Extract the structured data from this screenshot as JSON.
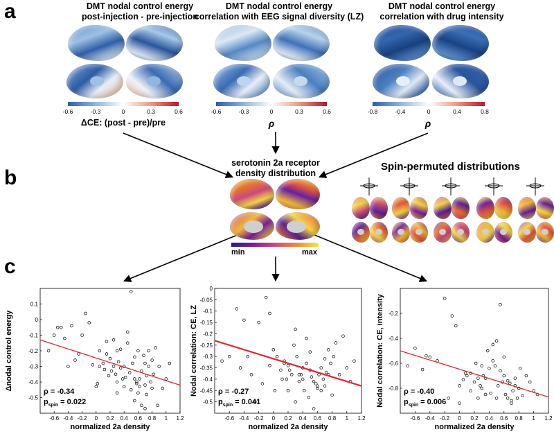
{
  "panel_labels": {
    "a": "a",
    "b": "b",
    "c": "c"
  },
  "panel_a": [
    {
      "title_line1": "DMT nodal control energy",
      "title_line2": "post-injection - pre-injection",
      "colorbar_ticks": [
        "-0.6",
        "-0.3",
        "0",
        "0.3",
        "0.6"
      ],
      "colorbar_label": "ΔCE: (post - pre)/pre"
    },
    {
      "title_line1": "DMT nodal control energy",
      "title_line2": "correlation with EEG signal diversity (LZ)",
      "colorbar_ticks": [
        "-0.6",
        "-0.3",
        "0",
        "0.3",
        "0.6"
      ],
      "colorbar_label": "ρ"
    },
    {
      "title_line1": "DMT nodal control energy",
      "title_line2": "correlation with drug intensity",
      "colorbar_ticks": [
        "-0.8",
        "-0.4",
        "0",
        "0.4",
        "0.8"
      ],
      "colorbar_label": "ρ"
    }
  ],
  "panel_b": {
    "receptor_title_line1": "serotonin 2a receptor",
    "receptor_title_line2": "density distribution",
    "colorbar_min": "min",
    "colorbar_max": "max",
    "spin_title": "Spin-permuted distributions"
  },
  "colors": {
    "diverging_low": "#2f5fa8",
    "diverging_mid": "#ffffff",
    "diverging_high": "#b5182b",
    "plasma_low": "#2b1a8a",
    "plasma_mid": "#d04a7a",
    "plasma_high": "#f5e642",
    "fit_line": "#e8262b"
  },
  "chart_data": [
    {
      "type": "scatter",
      "xlabel": "normalized 2a density",
      "ylabel": "Δnodal control energy",
      "xlim": [
        -0.8,
        1.2
      ],
      "ylim": [
        -0.6,
        0.2
      ],
      "xticks": [
        "-0.6",
        "-0.4",
        "-0.2",
        "0",
        "0.2",
        "0.4",
        "0.6",
        "0.8",
        "1",
        "1.2"
      ],
      "yticks": [
        "-0.5",
        "-0.4",
        "-0.3",
        "-0.2",
        "-0.1",
        "0",
        "0.1"
      ],
      "stat_rho": "ρ = -0.34",
      "stat_p_prefix": "p",
      "stat_p_sub": "spin",
      "stat_p_value": " = 0.022",
      "fit": {
        "x": [
          -0.8,
          1.2
        ],
        "y": [
          -0.13,
          -0.42
        ]
      },
      "x": [
        -0.68,
        -0.6,
        -0.55,
        -0.5,
        -0.45,
        -0.4,
        -0.35,
        -0.3,
        -0.2,
        -0.15,
        -0.1,
        -0.05,
        0.0,
        0.02,
        0.05,
        0.1,
        0.12,
        0.15,
        0.18,
        0.2,
        0.22,
        0.25,
        0.28,
        0.3,
        0.3,
        0.32,
        0.35,
        0.38,
        0.4,
        0.4,
        0.42,
        0.45,
        0.48,
        0.5,
        0.5,
        0.52,
        0.55,
        0.55,
        0.58,
        0.6,
        0.6,
        0.62,
        0.62,
        0.65,
        0.65,
        0.68,
        0.7,
        0.7,
        0.72,
        0.72,
        0.75,
        0.75,
        0.78,
        0.8,
        0.8,
        0.82,
        0.85,
        0.88,
        0.9,
        0.95,
        1.0,
        1.05,
        0.45,
        0.25,
        0.15,
        0.05,
        -0.25,
        0.35,
        0.55,
        0.7,
        0.58,
        0.3
      ],
      "y": [
        -0.2,
        -0.1,
        -0.05,
        -0.05,
        -0.12,
        -0.3,
        -0.04,
        -0.26,
        -0.1,
        0.04,
        -0.02,
        -0.29,
        -0.43,
        -0.41,
        -0.2,
        -0.28,
        -0.32,
        -0.22,
        -0.36,
        -0.25,
        -0.33,
        -0.3,
        -0.35,
        -0.4,
        -0.2,
        -0.27,
        -0.31,
        -0.38,
        -0.3,
        -0.43,
        -0.37,
        -0.15,
        -0.34,
        0.18,
        -0.45,
        -0.28,
        -0.38,
        -0.52,
        -0.4,
        -0.47,
        -0.2,
        -0.38,
        -0.43,
        -0.33,
        -0.55,
        -0.23,
        -0.28,
        -0.42,
        -0.48,
        -0.36,
        -0.3,
        -0.2,
        -0.4,
        -0.26,
        -0.44,
        -0.35,
        -0.18,
        -0.55,
        -0.3,
        -0.44,
        -0.38,
        -0.28,
        -0.08,
        -0.13,
        -0.14,
        -0.3,
        -0.22,
        -0.19,
        -0.24,
        -0.57,
        -0.41,
        -0.47
      ]
    },
    {
      "type": "scatter",
      "xlabel": "normalized 2a density",
      "ylabel": "Nodal correlation: CE, LZ",
      "xlim": [
        -0.8,
        1.2
      ],
      "ylim": [
        -0.55,
        0.0
      ],
      "xticks": [
        "-0.6",
        "-0.4",
        "-0.2",
        "0",
        "0.2",
        "0.4",
        "0.6",
        "0.8",
        "1",
        "1.2"
      ],
      "yticks": [
        "-0.5",
        "-0.45",
        "-0.4",
        "-0.35",
        "-0.3",
        "-0.25",
        "-0.2",
        "-0.15",
        "-0.1",
        "-0.05",
        "0"
      ],
      "stat_rho": "ρ = -0.27",
      "stat_p_prefix": "p",
      "stat_p_sub": "spin",
      "stat_p_value": " = 0.041",
      "fit": {
        "x": [
          -0.8,
          1.2
        ],
        "y": [
          -0.23,
          -0.43
        ]
      },
      "x": [
        -0.7,
        -0.6,
        -0.5,
        -0.45,
        -0.4,
        -0.35,
        -0.3,
        -0.25,
        -0.2,
        -0.15,
        -0.1,
        -0.05,
        0.0,
        0.02,
        0.05,
        0.1,
        0.12,
        0.15,
        0.18,
        0.2,
        0.22,
        0.25,
        0.28,
        0.3,
        0.32,
        0.35,
        0.38,
        0.4,
        0.42,
        0.45,
        0.48,
        0.5,
        0.52,
        0.55,
        0.58,
        0.6,
        0.62,
        0.65,
        0.68,
        0.7,
        0.72,
        0.75,
        0.78,
        0.8,
        0.82,
        0.85,
        0.9,
        0.95,
        1.0,
        1.05,
        1.1,
        0.3,
        0.45,
        0.6,
        0.7,
        0.15,
        -0.05,
        0.5,
        0.75,
        0.35,
        0.55,
        0.65,
        0.2,
        0.4
      ],
      "y": [
        -0.32,
        -0.3,
        -0.09,
        -0.35,
        -0.14,
        -0.3,
        -0.38,
        -0.5,
        -0.15,
        -0.42,
        -0.04,
        -0.34,
        -0.27,
        -0.45,
        -0.3,
        -0.36,
        -0.4,
        -0.32,
        -0.4,
        -0.45,
        -0.36,
        -0.38,
        -0.25,
        -0.5,
        -0.3,
        -0.41,
        -0.38,
        -0.35,
        -0.45,
        -0.33,
        -0.48,
        -0.36,
        -0.39,
        -0.41,
        -0.42,
        -0.44,
        -0.38,
        -0.35,
        -0.4,
        -0.43,
        -0.37,
        -0.38,
        -0.33,
        -0.47,
        -0.3,
        -0.24,
        -0.38,
        -0.21,
        -0.35,
        -0.41,
        -0.32,
        -0.18,
        -0.22,
        -0.43,
        -0.31,
        -0.33,
        -0.11,
        -0.28,
        -0.27,
        -0.38,
        -0.53,
        -0.45,
        -0.34,
        -0.4
      ]
    },
    {
      "type": "scatter",
      "xlabel": "normalized 2a density",
      "ylabel": "Nodal correlation: CE, intensity",
      "xlim": [
        -0.8,
        1.2
      ],
      "ylim": [
        -1.0,
        0.0
      ],
      "xticks": [
        "-0.6",
        "-0.4",
        "-0.2",
        "0",
        "0.2",
        "0.4",
        "0.6",
        "0.8",
        "1",
        "1.2"
      ],
      "yticks": [
        "-0.8",
        "-0.6",
        "-0.4",
        "-0.2"
      ],
      "stat_rho": "ρ = -0.40",
      "stat_p_prefix": "p",
      "stat_p_sub": "spin",
      "stat_p_value": " = 0.006",
      "fit": {
        "x": [
          -0.8,
          1.2
        ],
        "y": [
          -0.5,
          -0.87
        ]
      },
      "x": [
        -0.7,
        -0.6,
        -0.5,
        -0.45,
        -0.4,
        -0.3,
        -0.2,
        -0.1,
        -0.05,
        0.0,
        0.05,
        0.08,
        0.1,
        0.15,
        0.2,
        0.22,
        0.25,
        0.28,
        0.3,
        0.32,
        0.35,
        0.38,
        0.4,
        0.42,
        0.45,
        0.48,
        0.5,
        0.52,
        0.55,
        0.58,
        0.6,
        0.62,
        0.65,
        0.68,
        0.7,
        0.72,
        0.75,
        0.78,
        0.8,
        0.82,
        0.85,
        0.9,
        0.95,
        1.0,
        1.05,
        0.5,
        0.55,
        0.3,
        0.15,
        0.45,
        0.65,
        0.75,
        0.35,
        0.6,
        0.7,
        0.25,
        0.0,
        -0.15
      ],
      "y": [
        -0.62,
        -0.48,
        -0.65,
        -0.54,
        -0.55,
        -0.58,
        -0.08,
        -0.22,
        -0.3,
        -0.92,
        -0.73,
        -0.68,
        -0.7,
        -0.82,
        -0.75,
        -0.6,
        -0.88,
        -0.78,
        -0.8,
        -0.7,
        -0.72,
        -0.5,
        -0.64,
        -0.84,
        -0.45,
        -0.62,
        -0.88,
        -0.78,
        -0.13,
        -0.75,
        -0.55,
        -0.85,
        -0.88,
        -0.76,
        -0.92,
        -0.82,
        -0.72,
        -0.88,
        -0.8,
        -0.64,
        -0.86,
        -0.7,
        -0.75,
        -0.82,
        -0.85,
        -0.42,
        -0.66,
        -0.62,
        -0.68,
        -0.58,
        -0.74,
        -0.78,
        -0.85,
        -0.7,
        -0.9,
        -0.72,
        -0.78,
        -0.88
      ]
    }
  ]
}
